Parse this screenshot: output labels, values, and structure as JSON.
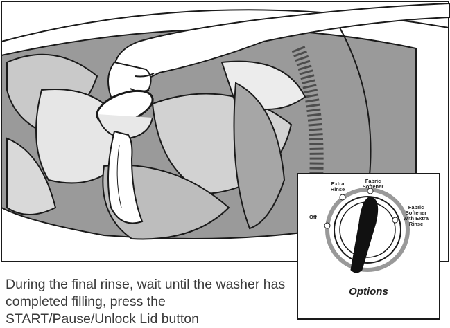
{
  "instruction": {
    "text": "During the final rinse, wait until the washer has completed filling, press the START/Pause/Unlock Lid button"
  },
  "options_panel": {
    "title": "Options",
    "dial_positions": [
      {
        "line1": "Off",
        "line2": "",
        "line3": ""
      },
      {
        "line1": "Extra",
        "line2": "Rinse",
        "line3": ""
      },
      {
        "line1": "Fabric",
        "line2": "Softener",
        "line3": ""
      },
      {
        "line1": "Fabric",
        "line2": "Softener",
        "line3": "with Extra Rinse"
      }
    ]
  },
  "colors": {
    "ink": "#1a1a1a",
    "shade_dark": "#8c8c8c",
    "shade_mid": "#b8b8b8",
    "shade_light": "#dcdcdc"
  }
}
